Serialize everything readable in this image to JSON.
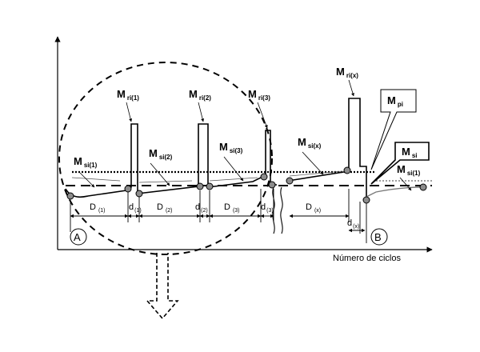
{
  "axes": {
    "x_label": "Número de ciclos"
  },
  "points": {
    "a": "A",
    "b": "B"
  },
  "moments": {
    "si1": {
      "main": "M",
      "sub": "si(1)"
    },
    "si2": {
      "main": "M",
      "sub": "si(2)"
    },
    "si3": {
      "main": "M",
      "sub": "si(3)"
    },
    "six": {
      "main": "M",
      "sub": "si(x)"
    },
    "si1b": {
      "main": "M",
      "sub": "si(1)"
    },
    "ri1": {
      "main": "M",
      "sub": "ri(1)"
    },
    "ri2": {
      "main": "M",
      "sub": "ri(2)"
    },
    "ri3": {
      "main": "M",
      "sub": "ri(3)"
    },
    "rix": {
      "main": "M",
      "sub": "ri(x)"
    },
    "pi": {
      "main": "M",
      "sub": "pi"
    },
    "si": {
      "main": "M",
      "sub": "si"
    }
  },
  "intervals": {
    "D1": {
      "main": "D",
      "sub": "(1)"
    },
    "d1": {
      "main": "d",
      "sub": "(1)"
    },
    "D2": {
      "main": "D",
      "sub": "(2)"
    },
    "d2": {
      "main": "d",
      "sub": "(2)"
    },
    "D3": {
      "main": "D",
      "sub": "(3)"
    },
    "d3": {
      "main": "d",
      "sub": "(3)"
    },
    "Dx": {
      "main": "D",
      "sub": "(x)"
    },
    "dx": {
      "main": "d",
      "sub": "(x)"
    }
  },
  "colors": {
    "line": "#000000",
    "marker": "#8c8c8c",
    "light": "#7a7a7a"
  }
}
